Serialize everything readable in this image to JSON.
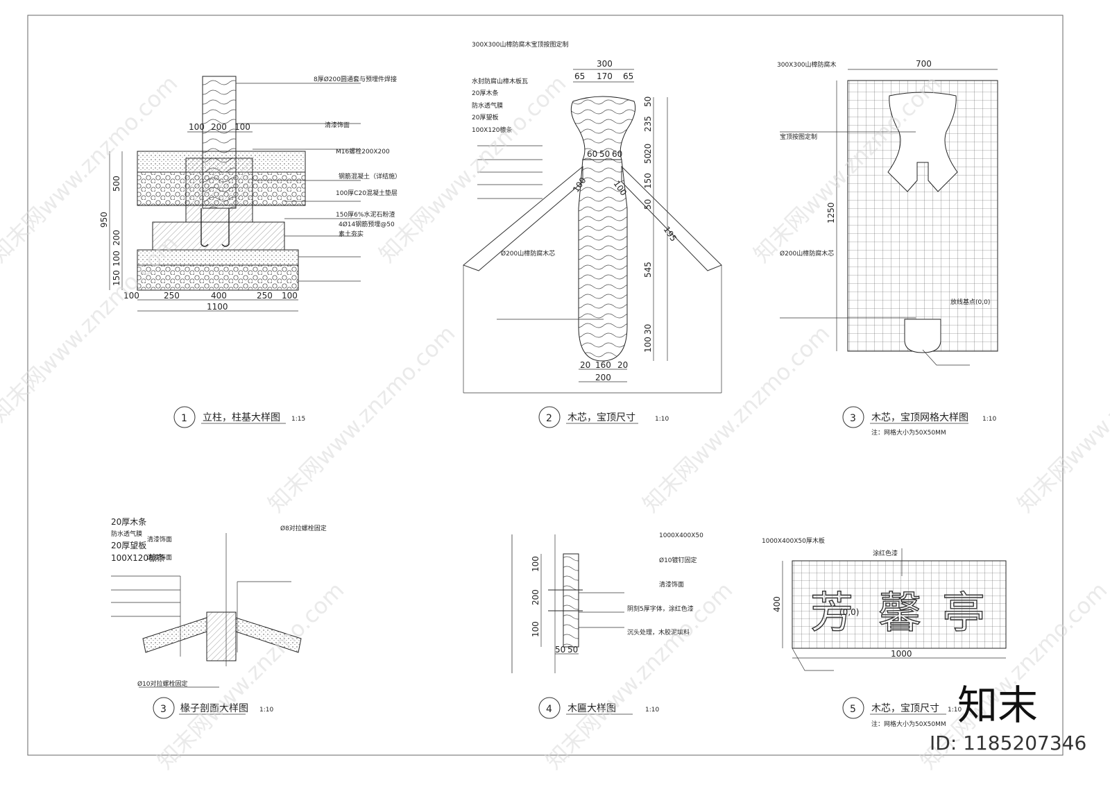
{
  "watermark": "知末网www.znzmo.com",
  "logo": "知末",
  "image_id": "ID: 1185207346",
  "d1": {
    "top_notes": [
      "8厚Ø200圆通套与预埋件焊接",
      "清漆饰面",
      "M16螺栓200X200",
      "钢筋混凝土（详结施）",
      "100厚C20混凝土垫层",
      "150厚6%水泥石粉渣",
      "4Ø14钢筋预埋@50",
      "素土夯实"
    ],
    "dims_top": [
      "100",
      "200",
      "100"
    ],
    "dims_left": [
      "950",
      "500",
      "200",
      "100",
      "150"
    ],
    "dims_bottom": [
      "100",
      "250",
      "400",
      "250",
      "100"
    ],
    "total": "1100",
    "number": "1",
    "title": "立柱，柱基大样图",
    "scale": "1:15"
  },
  "d2": {
    "head_note": "300X300山樟防腐木宝顶按图定制",
    "left_notes": [
      "水封防腐山樟木板瓦",
      "20厚木条",
      "防水透气膜",
      "20厚望板",
      "100X120檩条"
    ],
    "rafter_note": "Ø200山樟防腐木芯",
    "dims_top": [
      "300",
      "65",
      "170",
      "65"
    ],
    "dims_mid": [
      "60",
      "50",
      "60"
    ],
    "dims_right": [
      "50",
      "235",
      "20",
      "50",
      "150",
      "50",
      "545",
      "30",
      "100"
    ],
    "angle_dims": [
      "100",
      "100",
      "195"
    ],
    "dims_bottom": [
      "20",
      "160",
      "20"
    ],
    "total_bottom": "200",
    "number": "2",
    "title": "木芯，宝顶尺寸",
    "scale": "1:10"
  },
  "d3a": {
    "top_left": "300X300山樟防腐木",
    "width": "700",
    "height": "1250",
    "note_mid": "宝顶按图定制",
    "note_bottom": "Ø200山樟防腐木芯",
    "origin": "放线基点(0,0)",
    "number": "3",
    "title": "木芯，宝顶网格大样图",
    "scale": "1:10",
    "remark": "注：网格大小为50X50MM"
  },
  "d3b": {
    "notes": [
      "20厚木条",
      "防水透气膜",
      "20厚望板",
      "100X120檩条"
    ],
    "inner_notes": [
      "清漆饰面",
      "清漆饰面"
    ],
    "right_note": "Ø8对拉螺栓固定",
    "bolt_note": "Ø10对拉螺栓固定",
    "number": "3",
    "title": "椽子剖面大样图",
    "scale": "1:10"
  },
  "d4": {
    "notes": [
      "1000X400X50",
      "Ø10镀钉固定",
      "清漆饰面",
      "阴刻5厚字体，涂红色漆",
      "沉头处理，木胶泥填料"
    ],
    "dims_left": [
      "100",
      "200",
      "100"
    ],
    "dims_bottom": [
      "50",
      "50"
    ],
    "number": "4",
    "title": "木匾大样图",
    "scale": "1:10"
  },
  "d5": {
    "top_left": "1000X400X50厚木板",
    "paint_note": "涂红色漆",
    "origin": "(0,0)",
    "characters": [
      "芳",
      "馨",
      "亭"
    ],
    "height": "400",
    "width": "1000",
    "number": "5",
    "title": "木芯，宝顶尺寸",
    "scale": "1:10",
    "remark": "注：网格大小为50X50MM"
  }
}
